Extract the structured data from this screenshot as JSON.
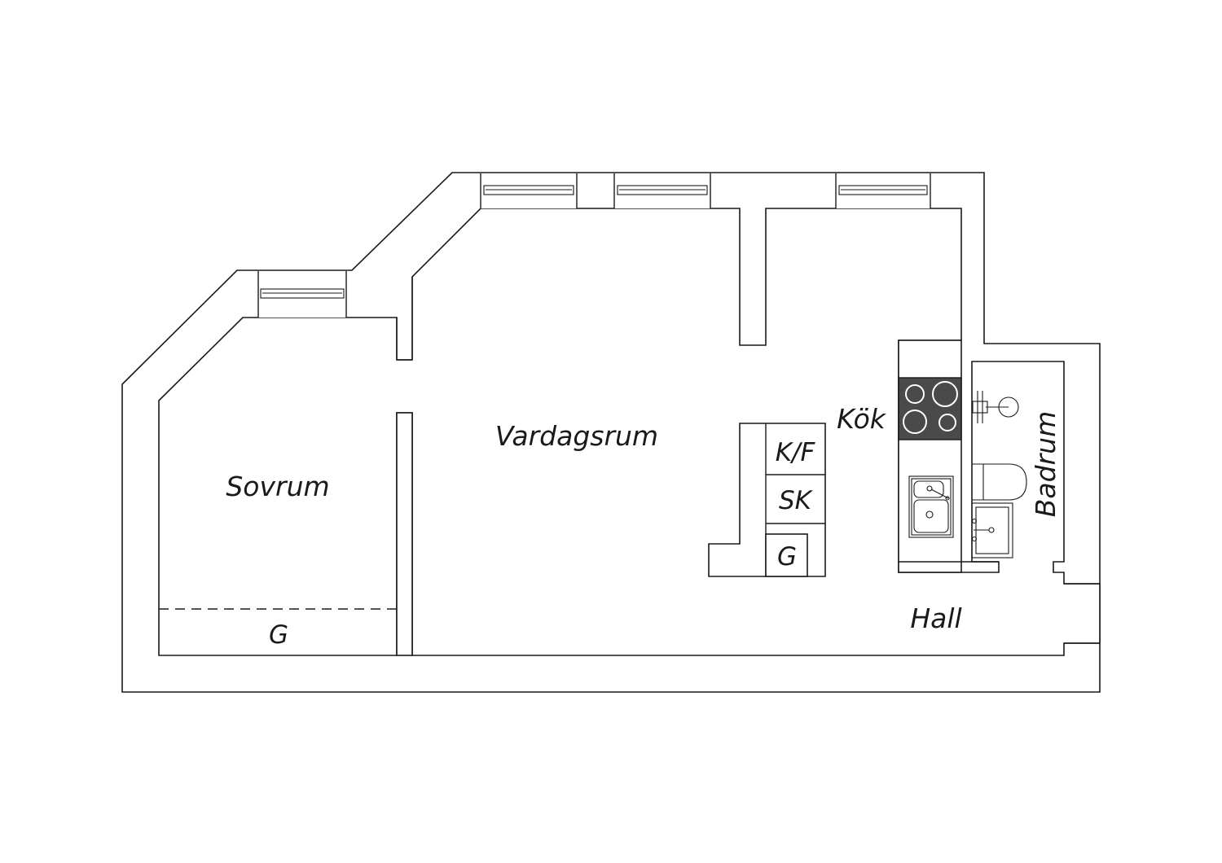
{
  "floorplan": {
    "rooms": {
      "sovrum": "Sovrum",
      "vardagsrum": "Vardagsrum",
      "kok": "Kök",
      "badrum": "Badrum",
      "hall": "Hall"
    },
    "storage": {
      "bedroom_wardrobe": "G",
      "kf": "K/F",
      "sk": "SK",
      "g": "G"
    },
    "colors": {
      "lines": "#1a1a1a",
      "background": "#ffffff",
      "stove": "#4a4a4a"
    }
  }
}
